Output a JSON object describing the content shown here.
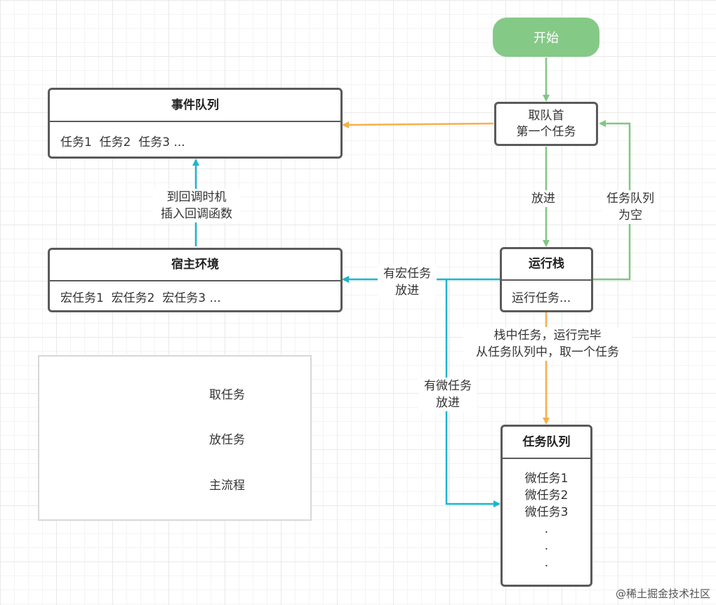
{
  "colors": {
    "fetch": "#f5b04a",
    "push": "#1ab6cf",
    "main": "#80c683",
    "box_border": "#5a5a5a",
    "start_fill": "#85c987"
  },
  "nodes": {
    "start": {
      "label": "开始"
    },
    "fetch_head": {
      "line1": "取队首",
      "line2": "第一个任务"
    },
    "event_queue": {
      "title": "事件队列",
      "items": "任务1  任务2  任务3 ..."
    },
    "host_env": {
      "title": "宿主环境",
      "items": "宏任务1  宏任务2  宏任务3 ..."
    },
    "call_stack": {
      "title": "运行栈",
      "items": "运行任务..."
    },
    "task_queue": {
      "title": "任务队列",
      "items": [
        "微任务1",
        "微任务2",
        "微任务3",
        ".",
        ".",
        "."
      ]
    }
  },
  "edges": {
    "put_in": "放进",
    "queue_empty": {
      "line1": "任务队列",
      "line2": "为空"
    },
    "callback": {
      "line1": "到回调时机",
      "line2": "插入回调函数"
    },
    "macro": {
      "line1": "有宏任务",
      "line2": "放进"
    },
    "micro": {
      "line1": "有微任务",
      "line2": "放进"
    },
    "stack_done": {
      "line1": "栈中任务，运行完毕",
      "line2": "从任务队列中，取一个任务"
    }
  },
  "legend": {
    "items": [
      {
        "label": "取任务",
        "color_key": "fetch"
      },
      {
        "label": "放任务",
        "color_key": "push"
      },
      {
        "label": "主流程",
        "color_key": "main"
      }
    ]
  },
  "watermark": "@稀土掘金技术社区"
}
